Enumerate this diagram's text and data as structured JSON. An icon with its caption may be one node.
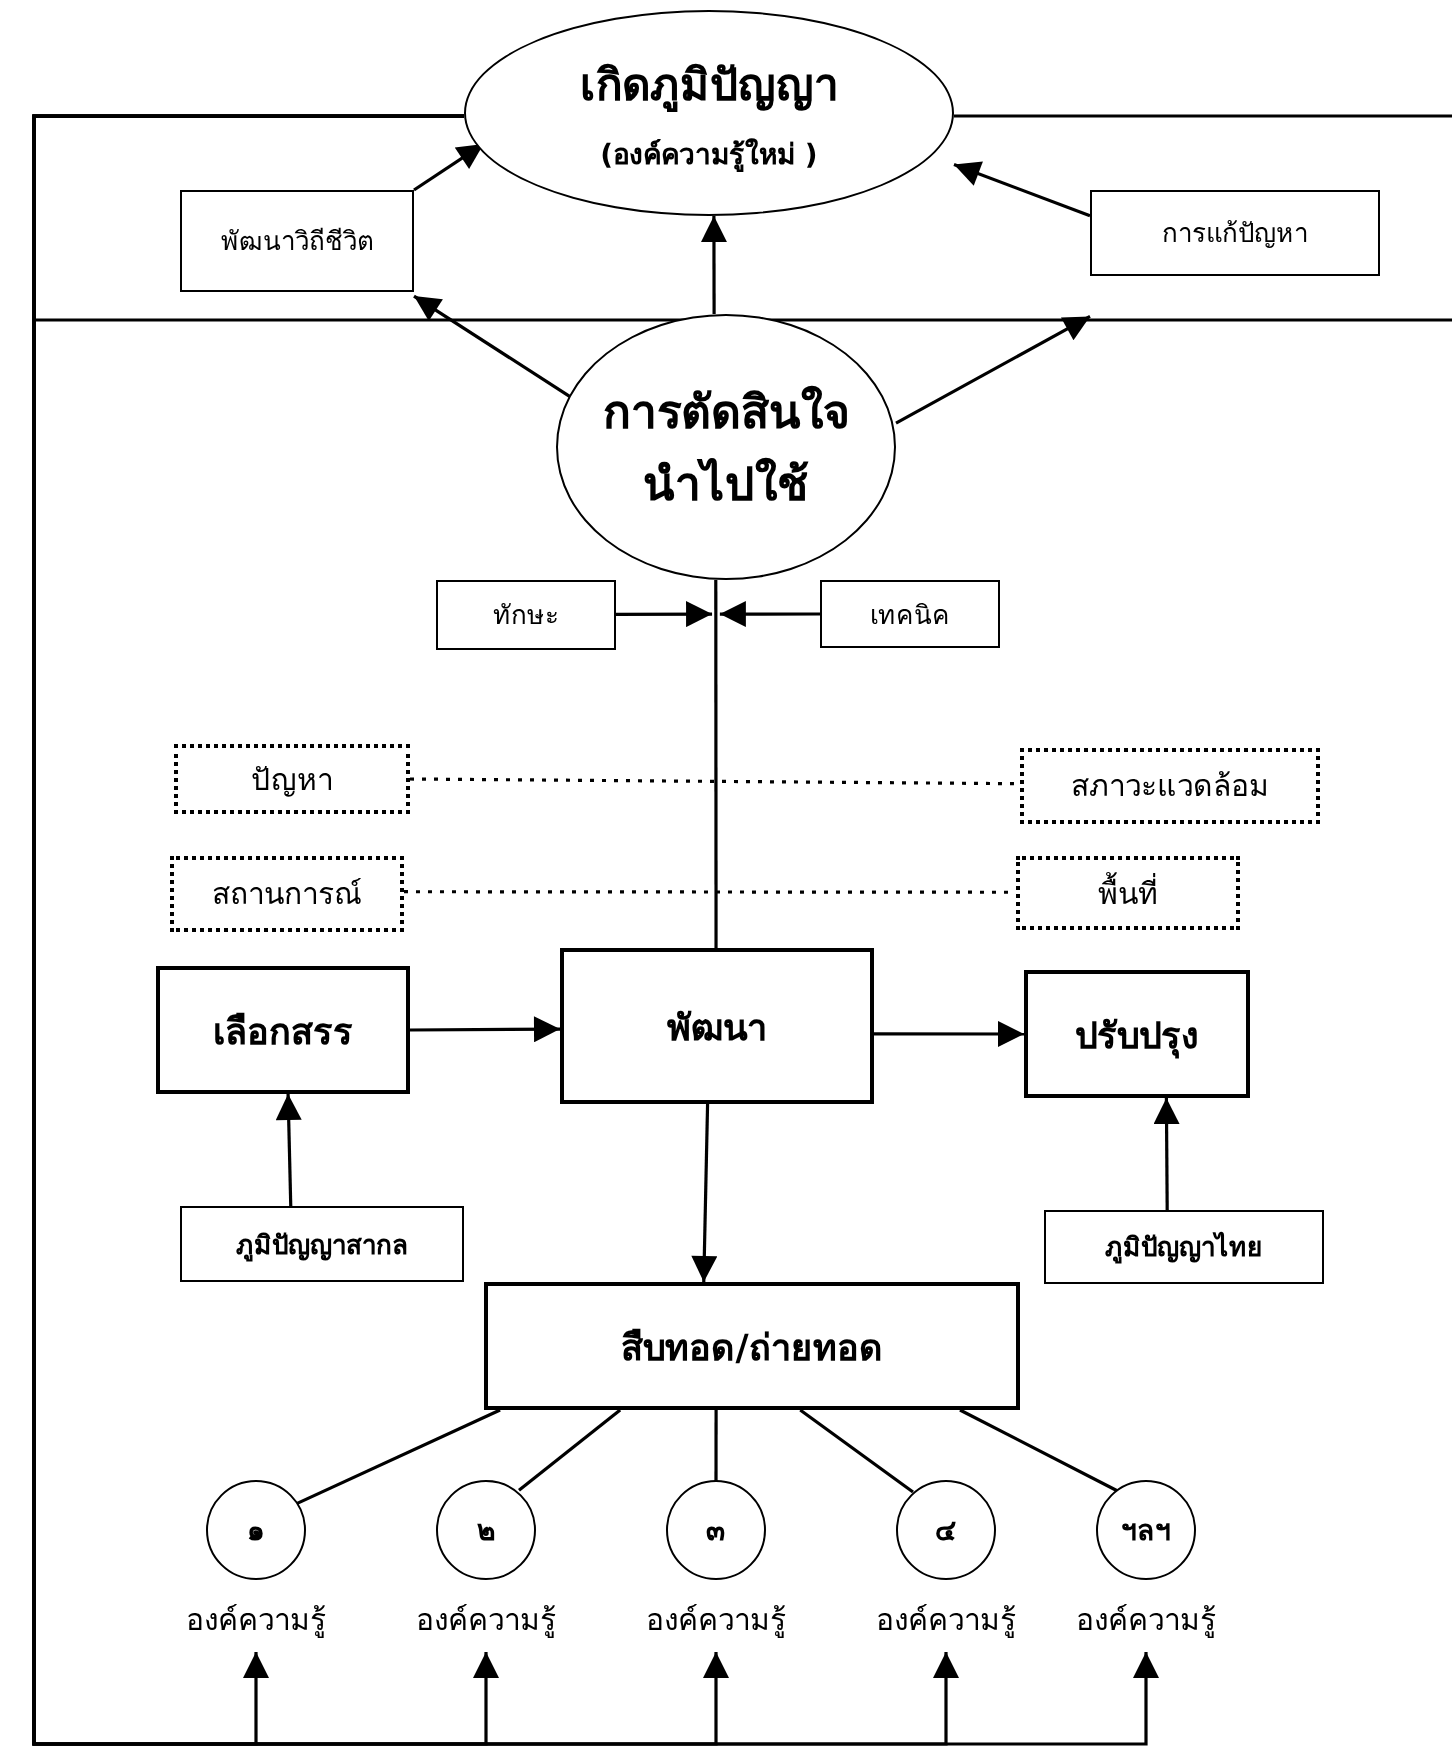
{
  "diagram": {
    "nodes": [
      {
        "text": [
          "เกิดภูมิปัญญา",
          "(องค์ความรู้ใหม่ )"
        ]
      },
      {
        "text": [
          "พัฒนาวิถีชีวิต"
        ]
      },
      {
        "text": [
          "การแก้ปัญหา"
        ]
      },
      {
        "text": [
          "การตัดสินใจนำไปใช้"
        ]
      },
      {
        "text": [
          "ทักษะ"
        ]
      },
      {
        "text": [
          "เทคนิค"
        ]
      },
      {
        "text": [
          "ปัญหา"
        ]
      },
      {
        "text": [
          "สภาวะแวดล้อม"
        ]
      },
      {
        "text": [
          "สถานการณ์"
        ]
      },
      {
        "text": [
          "พื้นที่"
        ]
      },
      {
        "text": [
          "เลือกสรร"
        ]
      },
      {
        "text": [
          "พัฒนา"
        ]
      },
      {
        "text": [
          "ปรับปรุง"
        ]
      },
      {
        "text": [
          "ภูมิปัญญาสากล"
        ]
      },
      {
        "text": [
          "ภูมิปัญญาไทย"
        ]
      },
      {
        "text": [
          "สืบทอด/ถ่ายทอด"
        ]
      },
      {
        "text": [
          "๑"
        ],
        "beside": [
          "องค์ความรู้"
        ]
      },
      {
        "text": [
          "๒"
        ],
        "beside": [
          "องค์ความรู้"
        ]
      },
      {
        "text": [
          "๓"
        ],
        "beside": [
          "องค์ความรู้"
        ]
      },
      {
        "text": [
          "๔"
        ],
        "beside": [
          "องค์ความรู้"
        ]
      },
      {
        "text": [
          "ฯลฯ"
        ],
        "beside": [
          "องค์ความรู้"
        ]
      }
    ],
    "edges": [
      {
        "from": 1,
        "to": 0,
        "arrow": "to"
      },
      {
        "from": 2,
        "to": 0,
        "arrow": "to"
      },
      {
        "from": 3,
        "to": 0,
        "arrow": "to"
      },
      {
        "from": 3,
        "to": 1,
        "arrow": "to"
      },
      {
        "from": 3,
        "to": 2,
        "arrow": "to"
      },
      {
        "from": 11,
        "to": 3,
        "arrow": "none"
      },
      {
        "from": 4,
        "to": 3,
        "arrow": "to"
      },
      {
        "from": 5,
        "to": 3,
        "arrow": "to"
      },
      {
        "from": 6,
        "to": 7,
        "arrow": "none",
        "style": "dashed"
      },
      {
        "from": 8,
        "to": 9,
        "arrow": "none",
        "style": "dashed"
      },
      {
        "from": 10,
        "to": 11,
        "arrow": "to"
      },
      {
        "from": 11,
        "to": 12,
        "arrow": "to"
      },
      {
        "from": 13,
        "to": 10,
        "arrow": "to"
      },
      {
        "from": 14,
        "to": 12,
        "arrow": "to"
      },
      {
        "from": 11,
        "to": 15,
        "arrow": "to"
      },
      {
        "from": 15,
        "to": 16,
        "arrow": "none"
      },
      {
        "from": 15,
        "to": 17,
        "arrow": "none"
      },
      {
        "from": 15,
        "to": 18,
        "arrow": "none"
      },
      {
        "from": 15,
        "to": 19,
        "arrow": "none"
      },
      {
        "from": 15,
        "to": 20,
        "arrow": "none"
      },
      {
        "from": 0,
        "to": 16,
        "arrow": "to"
      },
      {
        "from": 0,
        "to": 17,
        "arrow": "to"
      },
      {
        "from": 0,
        "to": 18,
        "arrow": "to"
      },
      {
        "from": 0,
        "to": 19,
        "arrow": "to"
      },
      {
        "from": 0,
        "to": 20,
        "arrow": "to"
      }
    ]
  }
}
